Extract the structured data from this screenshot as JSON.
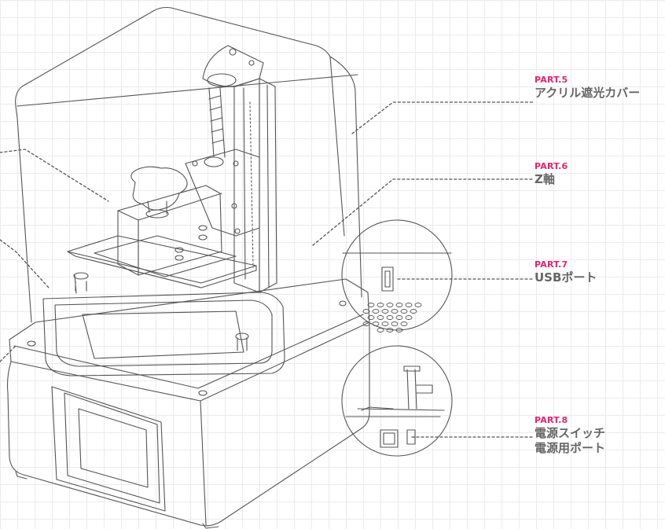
{
  "colors": {
    "accent": "#e0266e",
    "label": "#666666",
    "line": "#555555",
    "grid": "#dcdcdc"
  },
  "callouts": [
    {
      "part": "PART.5",
      "lines": [
        "アクリル遮光カバー"
      ]
    },
    {
      "part": "PART.6",
      "lines": [
        "Z軸"
      ]
    },
    {
      "part": "PART.7",
      "lines": [
        "USBポート"
      ]
    },
    {
      "part": "PART.8",
      "lines": [
        "電源スイッチ",
        "電源用ポート"
      ]
    }
  ]
}
